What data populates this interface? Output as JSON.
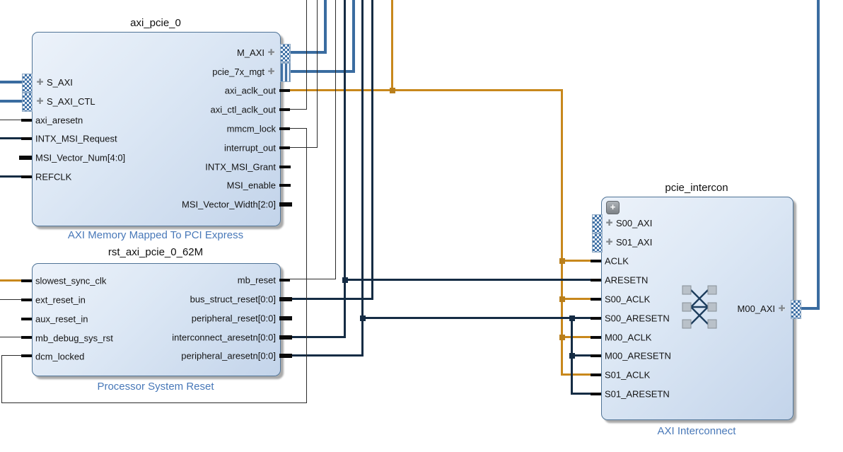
{
  "app": {
    "name": "block-design-canvas"
  },
  "colors": {
    "wire_clock": "#c8881c",
    "wire_interface_bus": "#3a6ca0",
    "wire_reset_bus": "#152c44",
    "wire_scalar": "#2b2b2b",
    "block_border": "#4f7396",
    "block_fill_top": "#ecf2fa",
    "block_fill_bottom": "#c3d4ea",
    "subtitle_text": "#4878b8"
  },
  "blocks": {
    "axi_pcie": {
      "title": "axi_pcie_0",
      "subtitle": "AXI Memory Mapped To PCI Express",
      "left_ports": [
        {
          "name": "S_AXI"
        },
        {
          "name": "S_AXI_CTL"
        },
        {
          "name": "axi_aresetn"
        },
        {
          "name": "INTX_MSI_Request"
        },
        {
          "name": "MSI_Vector_Num[4:0]"
        },
        {
          "name": "REFCLK"
        }
      ],
      "right_ports": [
        {
          "name": "M_AXI"
        },
        {
          "name": "pcie_7x_mgt"
        },
        {
          "name": "axi_aclk_out"
        },
        {
          "name": "axi_ctl_aclk_out"
        },
        {
          "name": "mmcm_lock"
        },
        {
          "name": "interrupt_out"
        },
        {
          "name": "INTX_MSI_Grant"
        },
        {
          "name": "MSI_enable"
        },
        {
          "name": "MSI_Vector_Width[2:0]"
        }
      ]
    },
    "rst": {
      "title": "rst_axi_pcie_0_62M",
      "subtitle": "Processor System Reset",
      "left_ports": [
        {
          "name": "slowest_sync_clk"
        },
        {
          "name": "ext_reset_in"
        },
        {
          "name": "aux_reset_in"
        },
        {
          "name": "mb_debug_sys_rst"
        },
        {
          "name": "dcm_locked"
        }
      ],
      "right_ports": [
        {
          "name": "mb_reset"
        },
        {
          "name": "bus_struct_reset[0:0]"
        },
        {
          "name": "peripheral_reset[0:0]"
        },
        {
          "name": "interconnect_aresetn[0:0]"
        },
        {
          "name": "peripheral_aresetn[0:0]"
        }
      ]
    },
    "intercon": {
      "title": "pcie_intercon",
      "subtitle": "AXI Interconnect",
      "expand_label": "+",
      "left_ports": [
        {
          "name": "S00_AXI"
        },
        {
          "name": "S01_AXI"
        },
        {
          "name": "ACLK"
        },
        {
          "name": "ARESETN"
        },
        {
          "name": "S00_ACLK"
        },
        {
          "name": "S00_ARESETN"
        },
        {
          "name": "M00_ACLK"
        },
        {
          "name": "M00_ARESETN"
        },
        {
          "name": "S01_ACLK"
        },
        {
          "name": "S01_ARESETN"
        }
      ],
      "right_ports": [
        {
          "name": "M00_AXI"
        }
      ]
    }
  }
}
